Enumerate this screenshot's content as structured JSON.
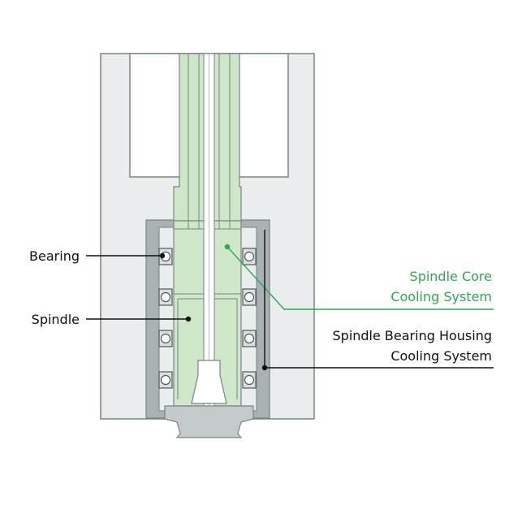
{
  "labels": {
    "bearing": "Bearing",
    "spindle": "Spindle",
    "spindle_core_cooling": [
      "Spindle Core",
      "Cooling System"
    ],
    "spindle_bearing_housing_cooling": [
      "Spindle Bearing Housing",
      "Cooling System"
    ]
  },
  "colors": {
    "background": "#ffffff",
    "housing": "#e9eded",
    "outline": "#7a8486",
    "bearing_housing": "#a9b1b3",
    "spindle": "#cfe6c8",
    "bearing": "#d9dfe0",
    "tool": "#c4c9cb",
    "accent": "#2fa84f",
    "text": "#111111",
    "leader": "#111111"
  }
}
